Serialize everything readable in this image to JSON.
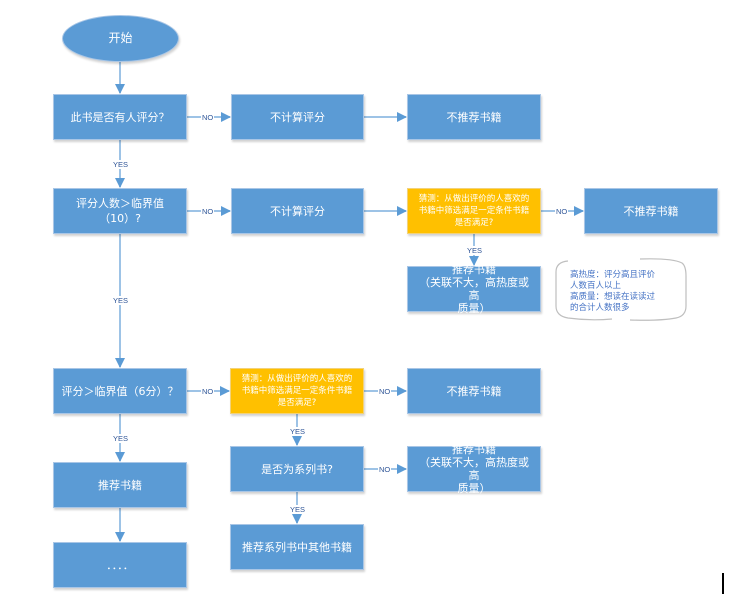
{
  "colors": {
    "process_fill": "#5b9bd5",
    "decision_highlight_fill": "#ffc000",
    "connector": "#9dc3e6",
    "label_text": "#2f5597",
    "note_text": "#4472c4"
  },
  "nodes": {
    "start": "开始",
    "q_has_rating": "此书是否有人评分？",
    "no_score_1": "不计算评分",
    "not_recommend_1": "不推荐书籍",
    "q_rater_count": "评分人数＞临界值\n（10）?",
    "no_score_2": "不计算评分",
    "guess_1": "猜测：从做出评价的人喜欢的\n书籍中筛选满足一定条件书籍\n是否满足?",
    "not_recommend_2": "不推荐书籍",
    "recommend_loose_1": "推荐书籍\n（关联不大，高热度或高\n质量）",
    "q_score": "评分＞临界值（6分）？",
    "guess_2": "猜测：从做出评价的人喜欢的\n书籍中筛选满足一定条件书籍\n是否满足?",
    "not_recommend_3": "不推荐书籍",
    "recommend": "推荐书籍",
    "q_series": "是否为系列书?",
    "recommend_loose_2": "推荐书籍\n（关联不大，高热度或高\n质量）",
    "ellipsis": "．．．．",
    "recommend_series": "推荐系列书中其他书籍"
  },
  "note": "高热度：评分高且评价\n人数百人以上\n高质量：想读在读读过\n的合计人数很多",
  "edge_labels": {
    "no": "NO",
    "yes": "YES"
  }
}
